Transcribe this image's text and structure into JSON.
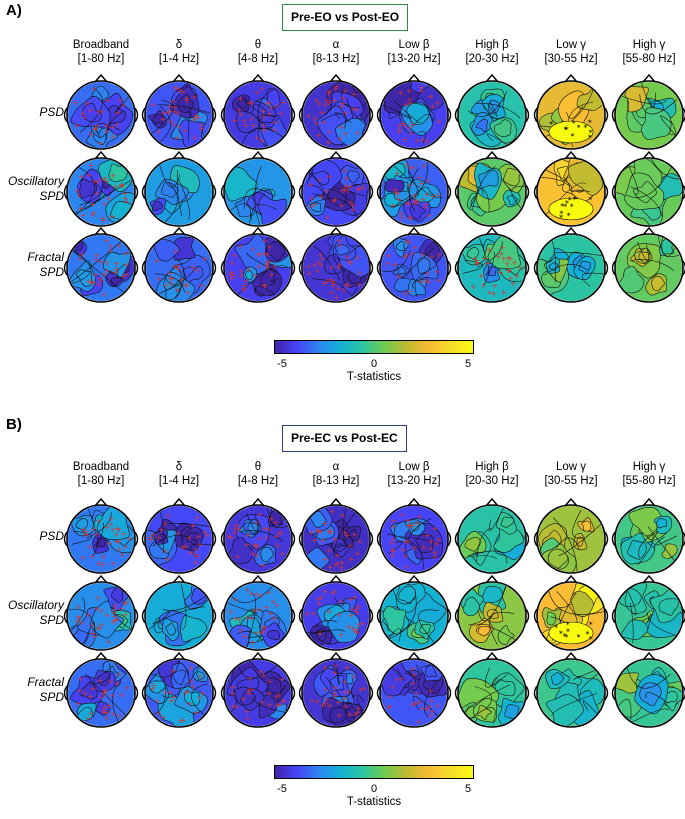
{
  "colors": {
    "panelA_border": "#2e8b3f",
    "panelB_border": "#2f3e7c",
    "cross_marker": "#d33636",
    "colormap": [
      "#3e26a8",
      "#4743f8",
      "#2c87f0",
      "#13b1d5",
      "#2cc5a0",
      "#72cc4e",
      "#bebb30",
      "#fbba34",
      "#f6de2c",
      "#f9fb0e"
    ]
  },
  "columns": [
    {
      "name": "Broadband",
      "range": "[1-80 Hz]"
    },
    {
      "name": "δ",
      "range": "[1-4 Hz]"
    },
    {
      "name": "θ",
      "range": "[4-8 Hz]"
    },
    {
      "name": "α",
      "range": "[8-13 Hz]"
    },
    {
      "name": "Low β",
      "range": "[13-20 Hz]"
    },
    {
      "name": "High β",
      "range": "[20-30 Hz]"
    },
    {
      "name": "Low γ",
      "range": "[30-55 Hz]"
    },
    {
      "name": "High γ",
      "range": "[55-80 Hz]"
    }
  ],
  "rows": [
    {
      "line1": "PSD",
      "line2": ""
    },
    {
      "line1": "Oscillatory",
      "line2": "SPD"
    },
    {
      "line1": "Fractal",
      "line2": "SPD"
    }
  ],
  "panels": [
    {
      "letter": "A)",
      "condition": "Pre-EO vs Post-EO",
      "colorbar": {
        "ticks": [
          "-5",
          "0",
          "5"
        ],
        "label": "T-statistics"
      },
      "maps": [
        [
          {
            "t": -3.2,
            "sig": "cross"
          },
          {
            "t": -3.6,
            "sig": "cross"
          },
          {
            "t": -4.2,
            "sig": "cross"
          },
          {
            "t": -4.5,
            "sig": "cross"
          },
          {
            "t": -4.0,
            "sig": "cross"
          },
          {
            "t": -0.8,
            "sig": "none"
          },
          {
            "t": 2.4,
            "sig": "star"
          },
          {
            "t": 0.6,
            "sig": "none"
          }
        ],
        [
          {
            "t": -2.8,
            "sig": "cross"
          },
          {
            "t": -2.2,
            "sig": "none"
          },
          {
            "t": -2.4,
            "sig": "none"
          },
          {
            "t": -3.8,
            "sig": "cross"
          },
          {
            "t": -3.4,
            "sig": "cross"
          },
          {
            "t": 0.2,
            "sig": "none"
          },
          {
            "t": 3.0,
            "sig": "star"
          },
          {
            "t": 0.4,
            "sig": "none"
          }
        ],
        [
          {
            "t": -3.0,
            "sig": "cross"
          },
          {
            "t": -3.2,
            "sig": "cross"
          },
          {
            "t": -4.0,
            "sig": "cross"
          },
          {
            "t": -4.4,
            "sig": "cross"
          },
          {
            "t": -3.6,
            "sig": "cross"
          },
          {
            "t": -1.2,
            "sig": "cross"
          },
          {
            "t": -0.6,
            "sig": "none"
          },
          {
            "t": 0.3,
            "sig": "none"
          }
        ]
      ]
    },
    {
      "letter": "B)",
      "condition": "Pre-EC vs Post-EC",
      "colorbar": {
        "ticks": [
          "-5",
          "0",
          "5"
        ],
        "label": "T-statistics"
      },
      "maps": [
        [
          {
            "t": -3.0,
            "sig": "cross"
          },
          {
            "t": -3.8,
            "sig": "cross"
          },
          {
            "t": -4.3,
            "sig": "cross"
          },
          {
            "t": -4.6,
            "sig": "cross"
          },
          {
            "t": -3.9,
            "sig": "cross"
          },
          {
            "t": -0.7,
            "sig": "none"
          },
          {
            "t": 1.2,
            "sig": "none"
          },
          {
            "t": -0.2,
            "sig": "none"
          }
        ],
        [
          {
            "t": -2.6,
            "sig": "cross"
          },
          {
            "t": -1.8,
            "sig": "none"
          },
          {
            "t": -2.6,
            "sig": "cross"
          },
          {
            "t": -4.1,
            "sig": "cross"
          },
          {
            "t": -1.6,
            "sig": "none"
          },
          {
            "t": 0.9,
            "sig": "none"
          },
          {
            "t": 2.8,
            "sig": "star"
          },
          {
            "t": -0.4,
            "sig": "none"
          }
        ],
        [
          {
            "t": -3.2,
            "sig": "cross"
          },
          {
            "t": -3.5,
            "sig": "cross"
          },
          {
            "t": -4.2,
            "sig": "cross"
          },
          {
            "t": -4.4,
            "sig": "cross"
          },
          {
            "t": -3.6,
            "sig": "cross"
          },
          {
            "t": -0.5,
            "sig": "none"
          },
          {
            "t": -0.3,
            "sig": "none"
          },
          {
            "t": -0.4,
            "sig": "none"
          }
        ]
      ]
    }
  ]
}
